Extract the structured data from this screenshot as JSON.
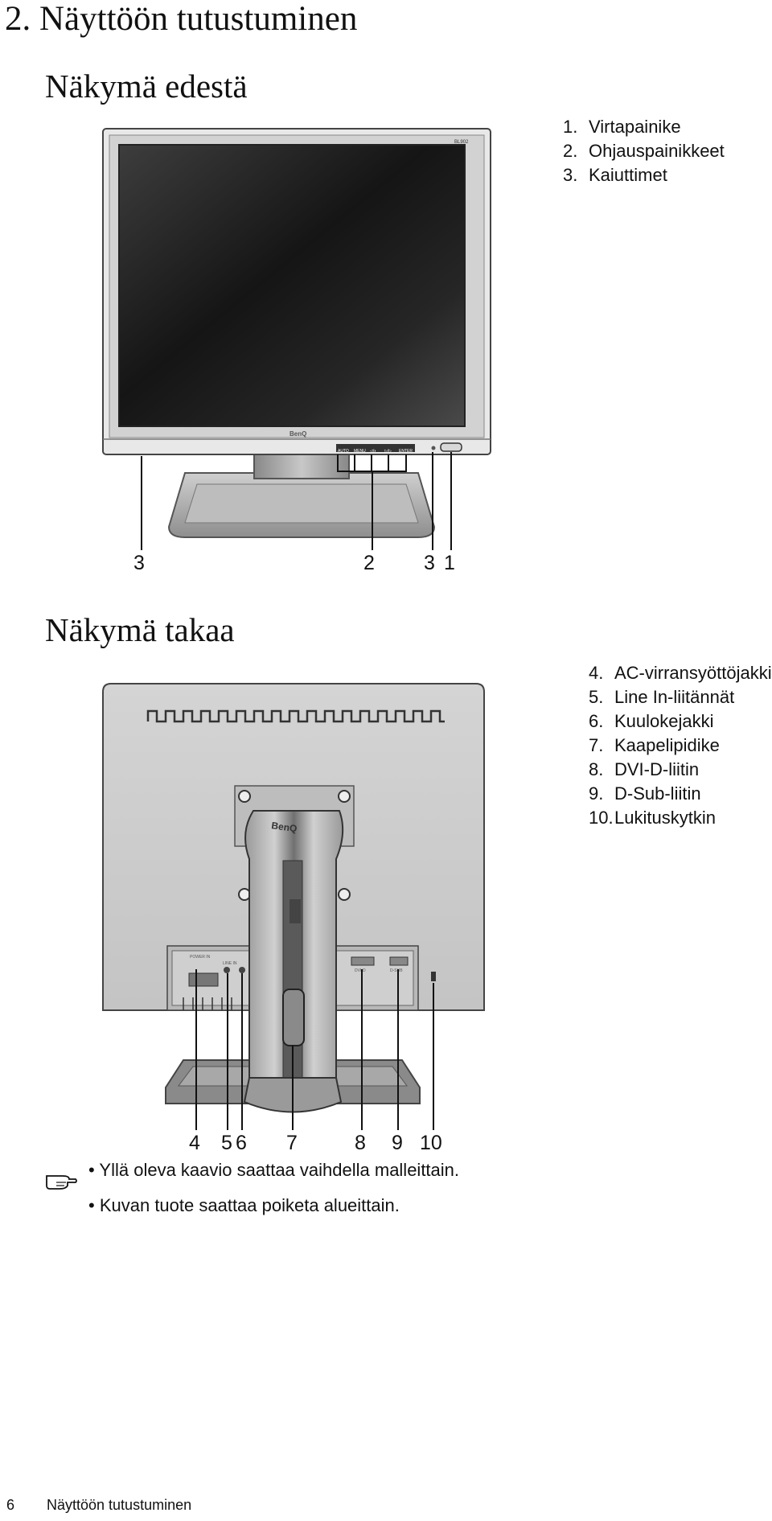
{
  "page": {
    "title": "2. Näyttöön tutustuminen",
    "footer_page_number": "6",
    "footer_title": "Näyttöön tutustuminen"
  },
  "front": {
    "heading": "Näkymä edestä",
    "legend": [
      {
        "num": "1.",
        "label": "Virtapainike"
      },
      {
        "num": "2.",
        "label": "Ohjauspainikkeet"
      },
      {
        "num": "3.",
        "label": "Kaiuttimet"
      }
    ],
    "callouts": [
      "3",
      "2",
      "3",
      "1"
    ],
    "model_label": "BL902",
    "brand_label": "BenQ",
    "button_labels": [
      "AUTO",
      "MENU",
      "◁/◐",
      "▷/▷",
      "ENTER"
    ]
  },
  "rear": {
    "heading": "Näkymä takaa",
    "legend": [
      {
        "num": "4.",
        "label": "AC-virransyöttöjakki"
      },
      {
        "num": "5.",
        "label": "Line In-liitännät"
      },
      {
        "num": "6.",
        "label": "Kuulokejakki"
      },
      {
        "num": "7.",
        "label": "Kaapelipidike"
      },
      {
        "num": "8.",
        "label": "DVI-D-liitin"
      },
      {
        "num": "9.",
        "label": "D-Sub-liitin"
      },
      {
        "num": "10.",
        "label": "Lukituskytkin"
      }
    ],
    "callouts": [
      "4",
      "5",
      "6",
      "7",
      "8",
      "9",
      "10"
    ],
    "brand_label": "BenQ",
    "port_labels": [
      "POWER IN",
      "LINE IN",
      "DVI-D",
      "D-SUB"
    ]
  },
  "notes": {
    "icon": "pointing-hand-icon",
    "items": [
      "Yllä oleva kaavio saattaa vaihdella malleittain.",
      "Kuvan tuote saattaa poiketa alueittain."
    ]
  }
}
